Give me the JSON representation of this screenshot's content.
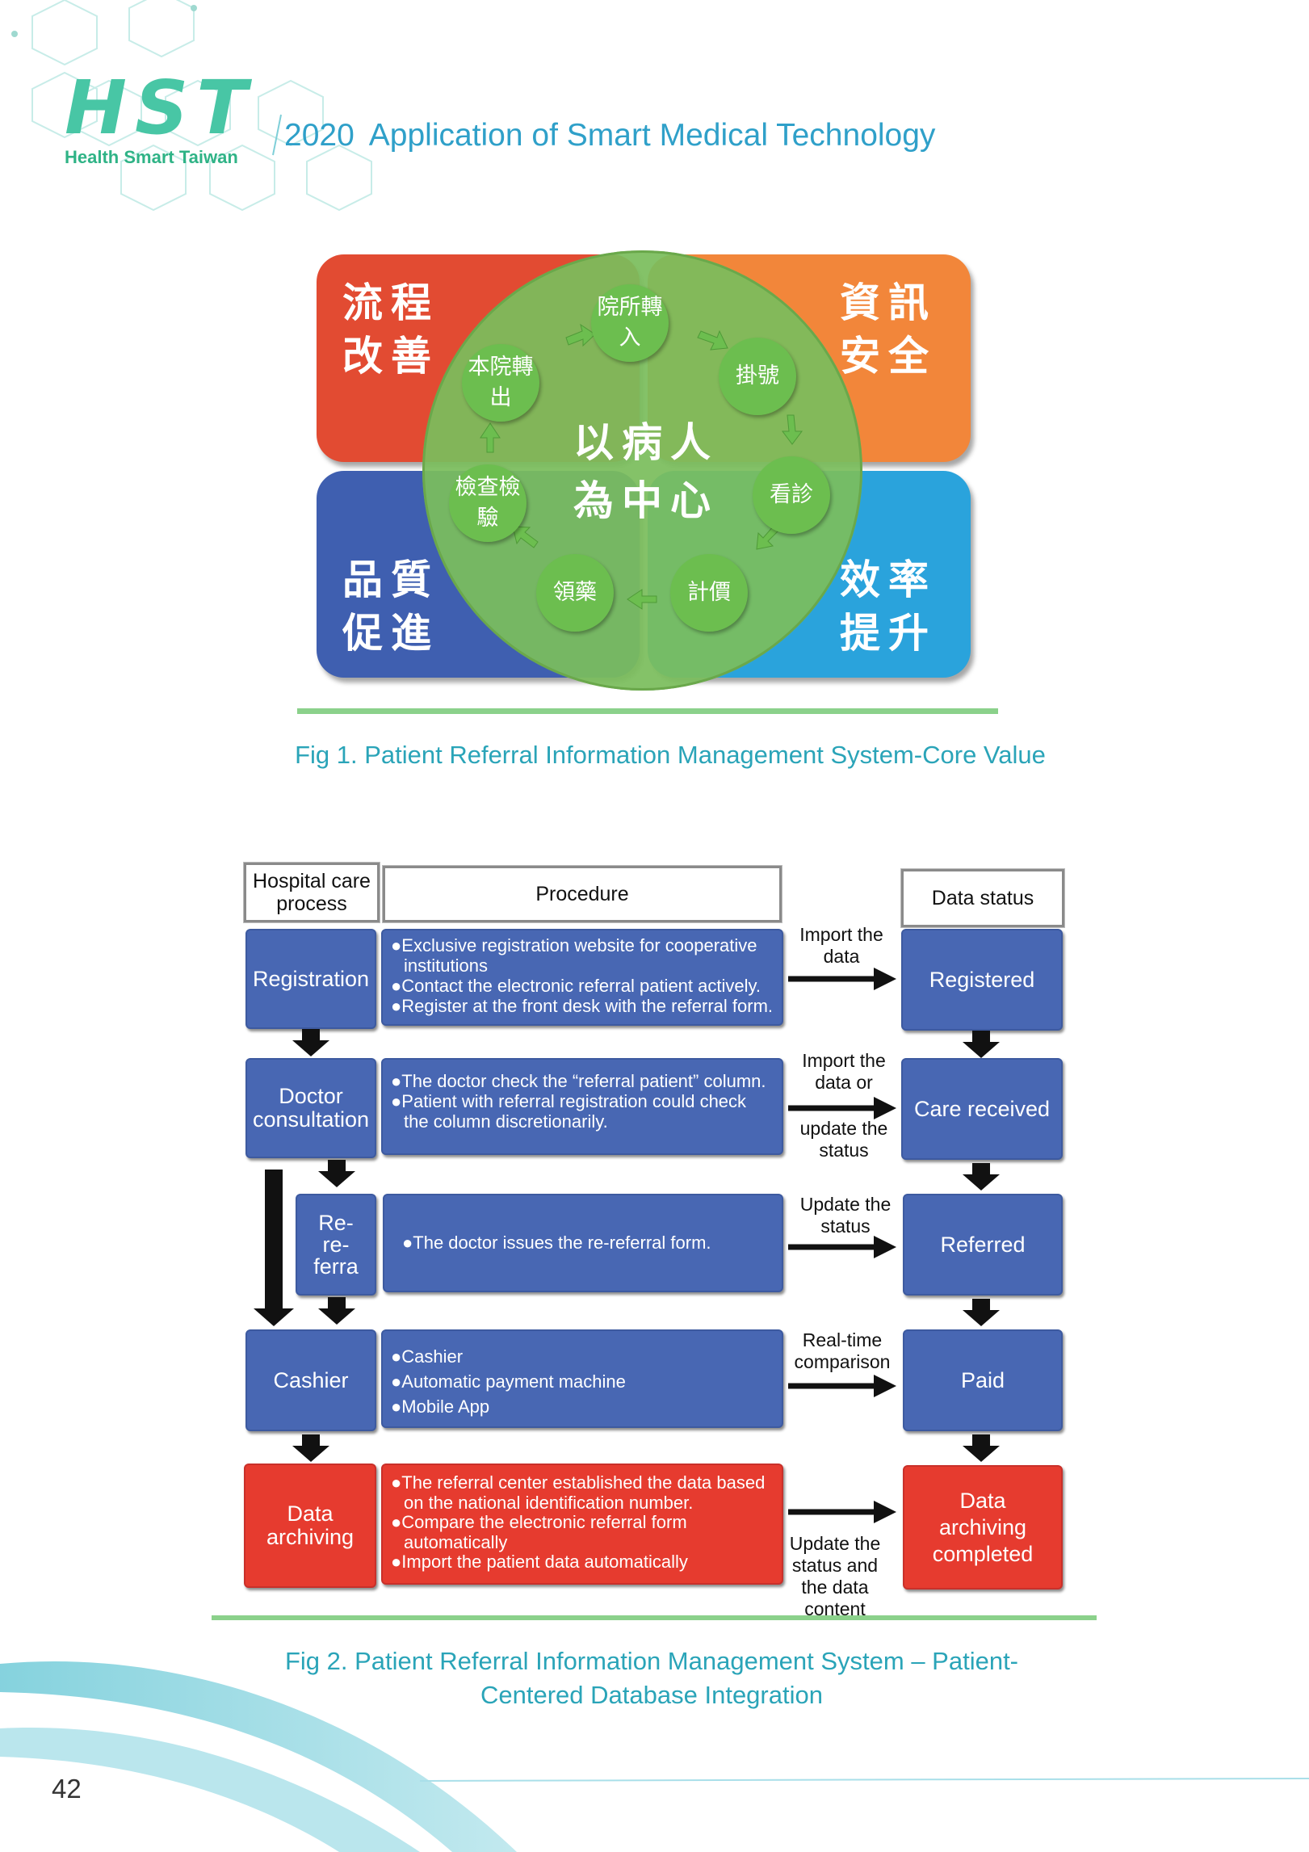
{
  "header": {
    "logo_mark": "HST",
    "logo_sub": "Health Smart Taiwan",
    "year": "2020",
    "title": "Application of Smart Medical Technology"
  },
  "fig1": {
    "quadrants": {
      "top_left": "流程改善",
      "top_right": "資訊安全",
      "bottom_left": "品質促進",
      "bottom_right": "效率提升"
    },
    "center": "以病人為中心",
    "nodes": {
      "n1": "院所轉入",
      "n2": "掛號",
      "n3": "看診",
      "n4": "計價",
      "n5": "領藥",
      "n6": "檢查檢驗",
      "n7": "本院轉出"
    },
    "caption": "Fig 1. Patient Referral Information Management System-Core Value"
  },
  "fig2": {
    "headers": {
      "process": "Hospital care process",
      "procedure": "Procedure",
      "status": "Data status"
    },
    "rows": {
      "registration": {
        "step": "Registration",
        "procedure": [
          "●Exclusive registration website for cooperative institutions",
          "●Contact the electronic referral patient actively.",
          "●Register at the front desk with the referral form."
        ],
        "arrow_note": "Import the data",
        "status": "Registered"
      },
      "consultation": {
        "step": "Doctor consultation",
        "procedure": [
          "●The doctor check the “referral patient” column.",
          "●Patient with referral registration could check the column discretionarily."
        ],
        "arrow_note_top": "Import the data or",
        "arrow_note_bottom": "update the status",
        "status": "Care received"
      },
      "rereferral": {
        "step": "Re-re-ferra",
        "procedure": [
          "●The doctor issues the re-referral form."
        ],
        "arrow_note": "Update the status",
        "status": "Referred"
      },
      "cashier": {
        "step": "Cashier",
        "procedure": [
          "●Cashier",
          "●Automatic payment machine",
          "●Mobile App"
        ],
        "arrow_note": "Real-time comparison",
        "status": "Paid"
      },
      "archiving": {
        "step": "Data archiving",
        "procedure": [
          "●The referral center established the data based on the national identification number.",
          "●Compare the electronic referral form automatically",
          "●Import the patient data automatically"
        ],
        "arrow_note": "Update the status and the data content",
        "status": "Data archiving completed"
      }
    },
    "caption_line1": "Fig 2. Patient Referral Information Management System – Patient-",
    "caption_line2": "Centered Database Integration"
  },
  "footer": {
    "page_number": "42"
  },
  "colors": {
    "teal": "#2aa4b8",
    "green": "#48c6a5",
    "box_blue": "#4867b3",
    "box_red": "#e63b2f",
    "quad_red": "#e24b32",
    "quad_orange": "#f2863a",
    "quad_blue": "#3f5fb0",
    "quad_cyan": "#2aa3dc"
  }
}
